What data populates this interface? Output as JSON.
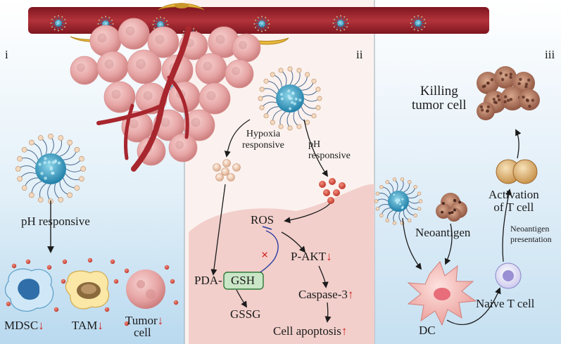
{
  "panels": {
    "i": {
      "label": "i",
      "ph_label": "pH responsive",
      "cells": [
        {
          "name": "MDSC",
          "arrow": "↓"
        },
        {
          "name": "TAM",
          "arrow": "↓"
        },
        {
          "name": "Tumor",
          "name2": "cell",
          "arrow": "↓"
        }
      ]
    },
    "ii": {
      "label": "ii",
      "hypoxia_1": "Hypoxia",
      "hypoxia_2": "responsive",
      "ph_1": "pH",
      "ph_2": "responsive",
      "ros": "ROS",
      "pakt": "P-AKT",
      "pakt_arrow": "↓",
      "pda": "PDA-",
      "gsh": "GSH",
      "gssg": "GSSG",
      "caspase": "Caspase-3",
      "caspase_arrow": "↑",
      "apoptosis": "Cell apoptosis",
      "apoptosis_arrow": "↑",
      "inhibit_mark": "×"
    },
    "iii": {
      "label": "iii",
      "killing_1": "Killing",
      "killing_2": "tumor cell",
      "activation_1": "Activation",
      "activation_2": "of T cell",
      "neoantigen": "Neoantigen",
      "presentation_1": "Neoantigen",
      "presentation_2": "presentation",
      "dc": "DC",
      "naive": "Naive T cell"
    }
  },
  "colors": {
    "vessel": "#a8262e",
    "tumor": "#e3a0a0",
    "nanoparticle": "#3aa6c8",
    "bg_blue": "#d7eaf6",
    "bg_pink": "#f6e2e0",
    "gsh_box": "#c9e6c6"
  }
}
